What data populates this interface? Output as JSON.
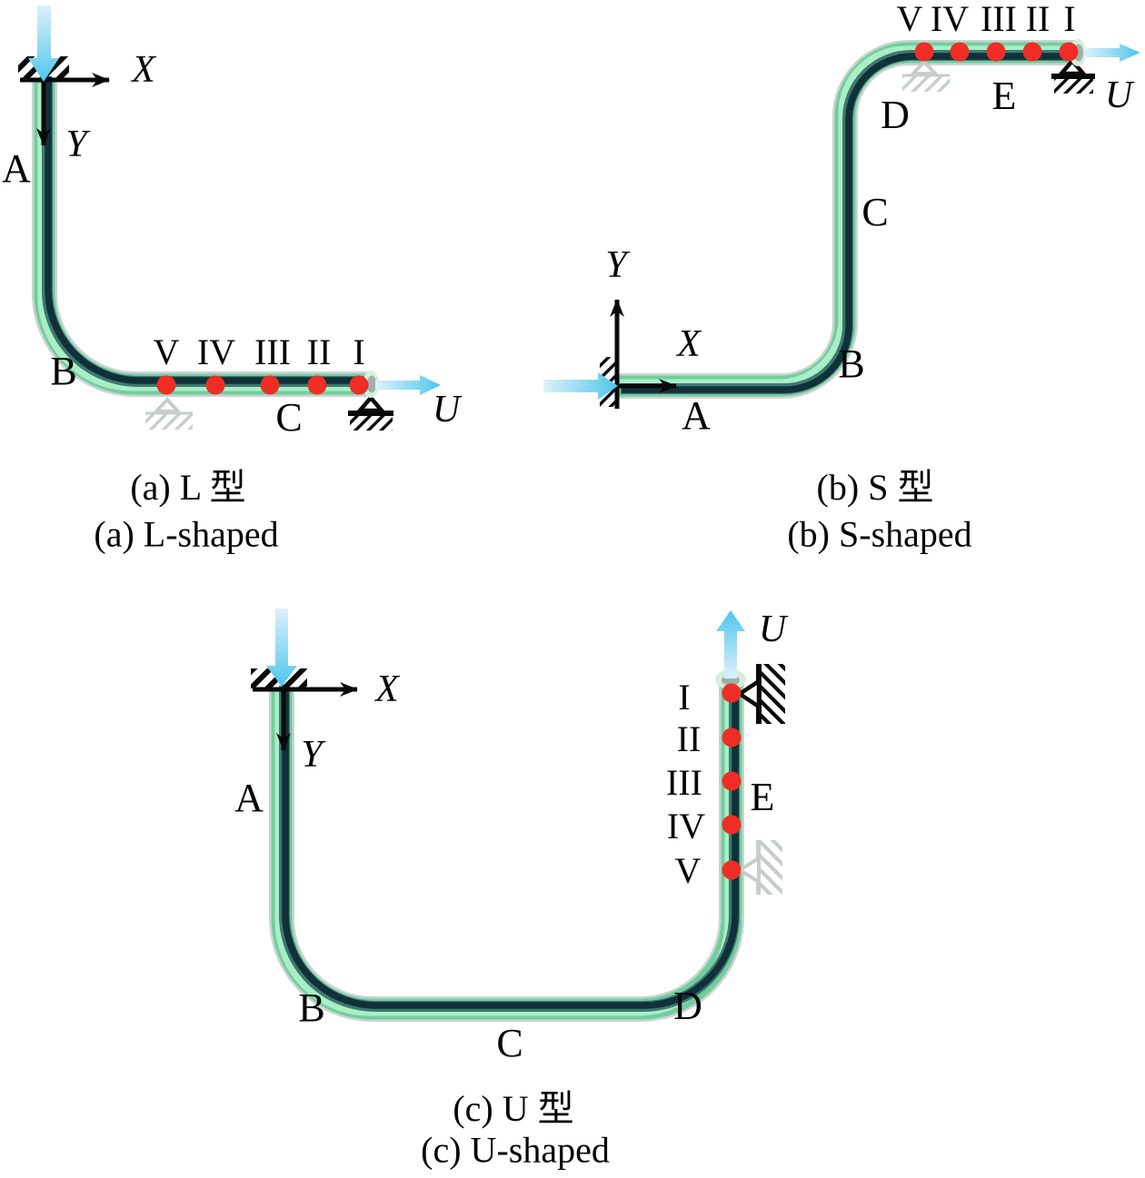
{
  "colors": {
    "pipe_green": "#72cd9f",
    "pipe_highlight": "#aaeec6",
    "pipe_shadow": "#3c7a70",
    "pipe_core_dark": "#12303a",
    "pipe_rim_gray": "#a9b8b3",
    "measurement_dot_red": "#ee2e24",
    "flow_arrow_cyan": "#4fc6ec",
    "flow_arrow_pale": "#ddf1fa",
    "support_black": "#0a0a0a",
    "support_gray": "#c6cecd"
  },
  "panels": {
    "a": {
      "caption_zh": "(a) L 型",
      "caption_en": "(a) L-shaped",
      "axis_x": "X",
      "axis_y": "Y",
      "flow": "U",
      "seg_A": "A",
      "seg_B": "B",
      "seg_C": "C",
      "pt_1": "I",
      "pt_2": "II",
      "pt_3": "III",
      "pt_4": "IV",
      "pt_5": "V"
    },
    "b": {
      "caption_zh": "(b) S 型",
      "caption_en": "(b) S-shaped",
      "axis_x": "X",
      "axis_y": "Y",
      "flow": "U",
      "seg_A": "A",
      "seg_B": "B",
      "seg_C": "C",
      "seg_D": "D",
      "seg_E": "E",
      "pt_1": "I",
      "pt_2": "II",
      "pt_3": "III",
      "pt_4": "IV",
      "pt_5": "V"
    },
    "c": {
      "caption_zh": "(c) U 型",
      "caption_en": "(c) U-shaped",
      "axis_x": "X",
      "axis_y": "Y",
      "flow": "U",
      "seg_A": "A",
      "seg_B": "B",
      "seg_C": "C",
      "seg_D": "D",
      "seg_E": "E",
      "pt_1": "I",
      "pt_2": "II",
      "pt_3": "III",
      "pt_4": "IV",
      "pt_5": "V"
    }
  }
}
